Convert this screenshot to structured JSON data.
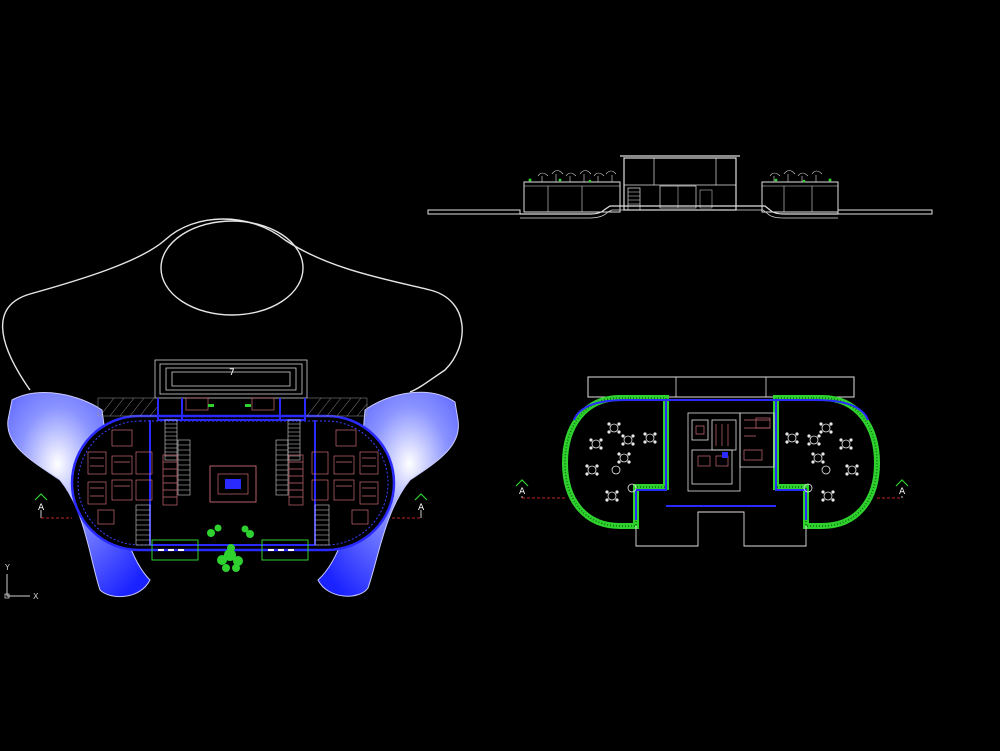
{
  "drawing": {
    "background": "#000000",
    "colors": {
      "outline": "#d8d8d8",
      "wall": "#1a1aff",
      "water": "#2f3cff",
      "vegetation": "#2fd12f",
      "furniture": "#c96a74",
      "marker": "#ff3030"
    }
  },
  "ucs": {
    "y_label": "Y",
    "x_label": "X"
  },
  "section_marks": {
    "left_plan_left": "A",
    "left_plan_right": "A",
    "right_plan_left": "A",
    "right_plan_right": "A"
  },
  "stair_number": "7"
}
